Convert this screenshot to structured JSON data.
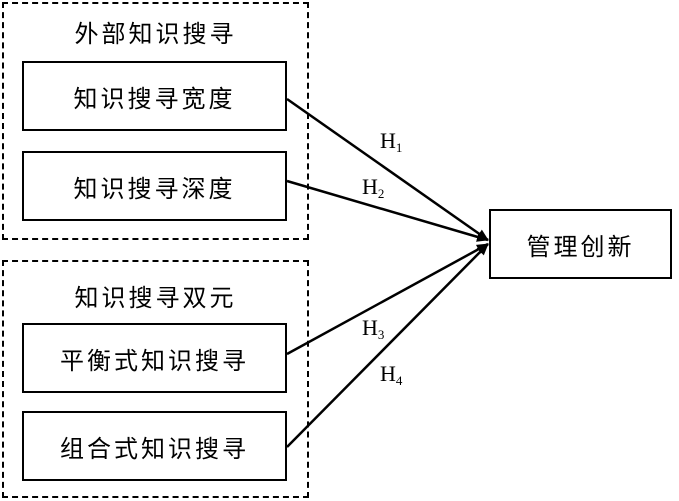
{
  "groups": [
    {
      "label": "外部知识搜寻"
    },
    {
      "label": "知识搜寻双元"
    }
  ],
  "boxes": {
    "breadth": "知识搜寻宽度",
    "depth": "知识搜寻深度",
    "balanced": "平衡式知识搜寻",
    "combined": "组合式知识搜寻",
    "outcome": "管理创新"
  },
  "hypotheses": [
    {
      "letter": "H",
      "index": "1"
    },
    {
      "letter": "H",
      "index": "2"
    },
    {
      "letter": "H",
      "index": "3"
    },
    {
      "letter": "H",
      "index": "4"
    }
  ]
}
